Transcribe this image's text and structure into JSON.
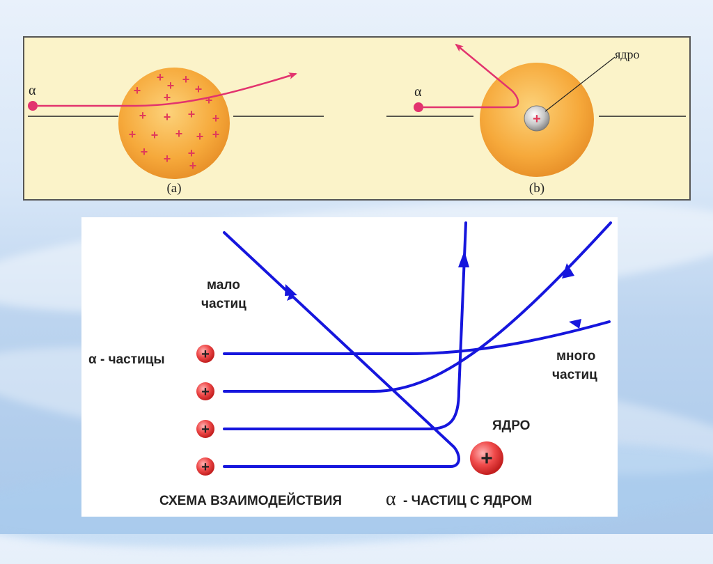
{
  "top_panel": {
    "alpha_symbol": "α",
    "label_a": "(a)",
    "label_b": "(b)",
    "nucleus_label": "ядро",
    "plus": "+"
  },
  "bottom_panel": {
    "few_particles": [
      "мало",
      "частиц"
    ],
    "alpha_particles_label": "α - частицы",
    "many_particles": [
      "много",
      "частиц"
    ],
    "nucleus_label": "ЯДРО",
    "caption_prefix": "СХЕМА ВЗАИМОДЕЙСТВИЯ",
    "caption_alpha": "α",
    "caption_suffix": "- ЧАСТИЦ С ЯДРОМ",
    "plus": "+"
  },
  "colors": {
    "trajectory_top": "#e2336e",
    "trajectory_bottom": "#1616dd",
    "atom_orange": "#f6a93b",
    "panel_bg": "#fbf3c9"
  }
}
